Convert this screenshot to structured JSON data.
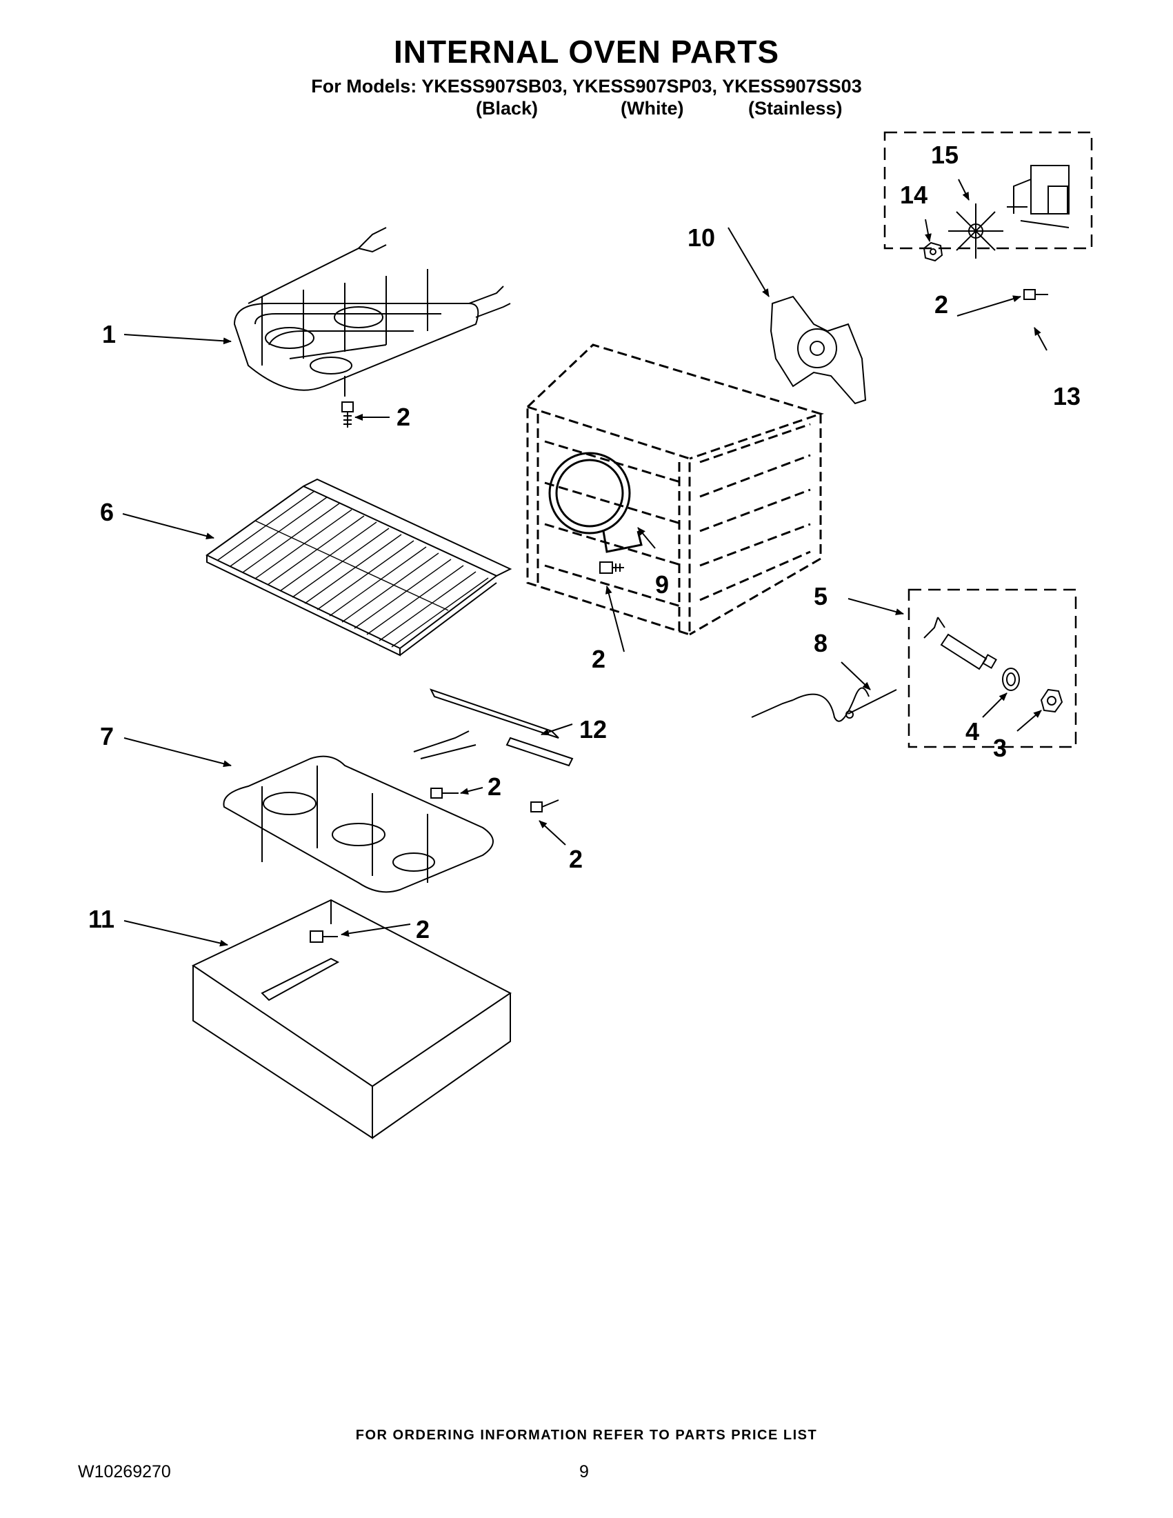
{
  "header": {
    "title": "INTERNAL OVEN PARTS",
    "models_line": "For Models: YKESS907SB03, YKESS907SP03, YKESS907SS03",
    "variants": [
      "(Black)",
      "(White)",
      "(Stainless)"
    ]
  },
  "callouts": {
    "c1": "1",
    "c2a": "2",
    "c2b": "2",
    "c2c": "2",
    "c2d": "2",
    "c2e": "2",
    "c2f": "2",
    "c3": "3",
    "c4": "4",
    "c5": "5",
    "c6": "6",
    "c7": "7",
    "c8": "8",
    "c9": "9",
    "c10": "10",
    "c11": "11",
    "c12": "12",
    "c13": "13",
    "c14": "14",
    "c15": "15"
  },
  "footer": {
    "note": "FOR ORDERING INFORMATION REFER TO PARTS PRICE LIST",
    "doc_number": "W10269270",
    "page_number": "9"
  }
}
